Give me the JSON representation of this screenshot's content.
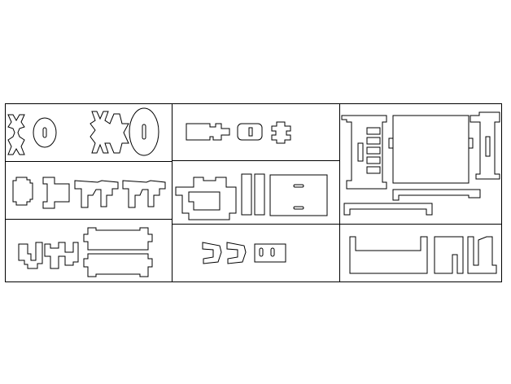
{
  "sheet": {
    "background_color": "#ffffff",
    "line_color": "#000000",
    "description_visible_text": ""
  },
  "regions": [
    {
      "id": "a1",
      "content": "end-caps-and-round-discs"
    },
    {
      "id": "a2",
      "content": "side-brackets-and-t-joints"
    },
    {
      "id": "a3",
      "content": "stepped-parts-and-slotted-rails"
    },
    {
      "id": "b1",
      "content": "long-bar-with-tabbed-blocks"
    },
    {
      "id": "b2",
      "content": "u-frame-and-slotted-plate"
    },
    {
      "id": "b3",
      "content": "v-clips-and-small-slotted-plate"
    },
    {
      "id": "c1",
      "content": "main-frame-with-panel-and-rails"
    },
    {
      "id": "c2",
      "content": "slotted-box-panel-and-side-braces"
    }
  ]
}
